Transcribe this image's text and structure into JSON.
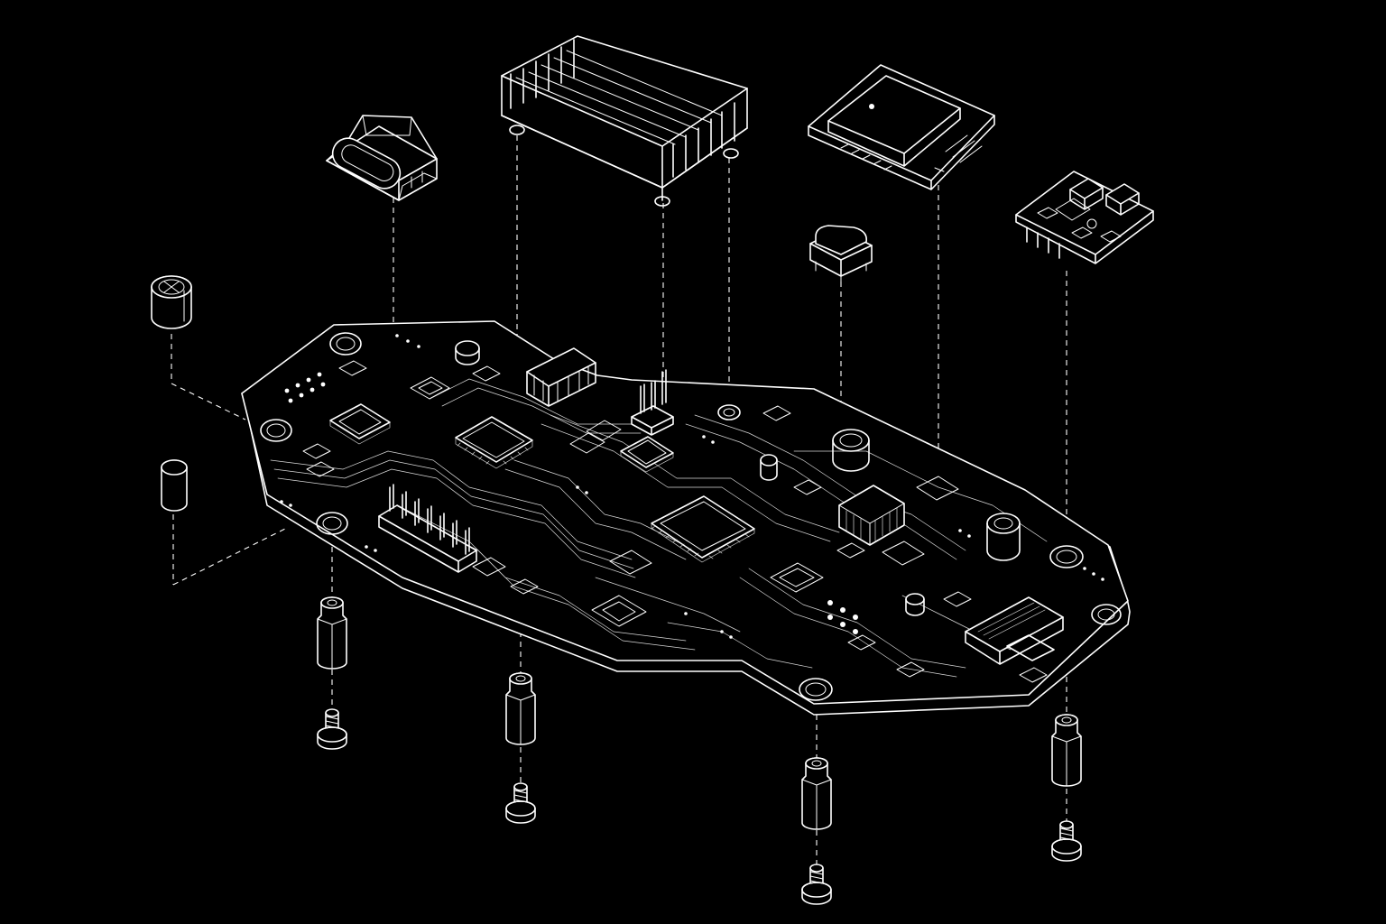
{
  "diagram": {
    "style": "exploded isometric line drawing",
    "background_color": "#000000",
    "line_color": "#ffffff",
    "parts": [
      {
        "name": "usb-c-connector"
      },
      {
        "name": "heatsink"
      },
      {
        "name": "wireless-module"
      },
      {
        "name": "sensor-module"
      },
      {
        "name": "tactile-button"
      },
      {
        "name": "capacitor"
      },
      {
        "name": "inductor"
      },
      {
        "name": "main-pcb"
      },
      {
        "name": "standoff",
        "count": 4
      },
      {
        "name": "screw",
        "count": 4
      }
    ]
  }
}
